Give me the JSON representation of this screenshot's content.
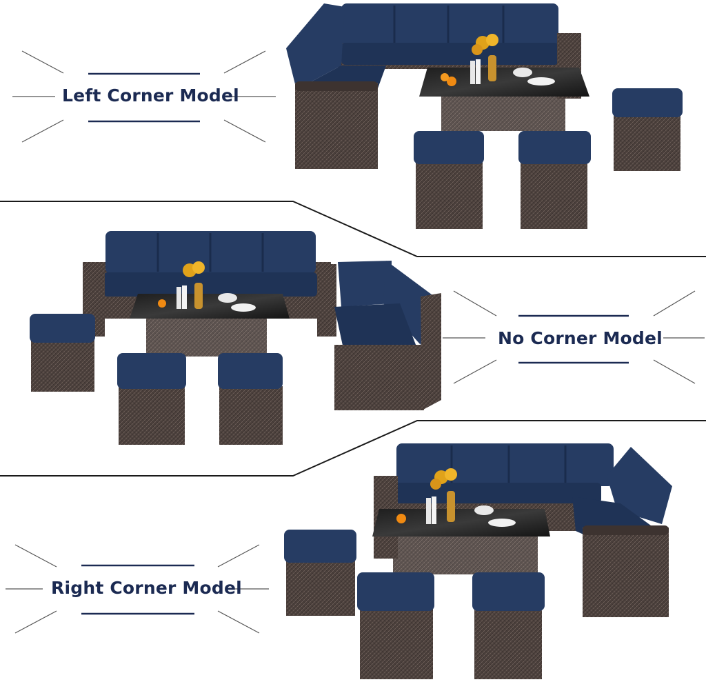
{
  "labels": {
    "left_corner": "Left Corner Model",
    "no_corner": "No Corner Model",
    "right_corner": "Right Corner Model"
  },
  "colors": {
    "cushion": "#263c63",
    "cushion_dark": "#1a2c4c",
    "wicker": "#4a3f3b",
    "wicker_dark": "#2e2725",
    "label_text": "#1b2a52",
    "accent_line": "#1b2a52"
  }
}
